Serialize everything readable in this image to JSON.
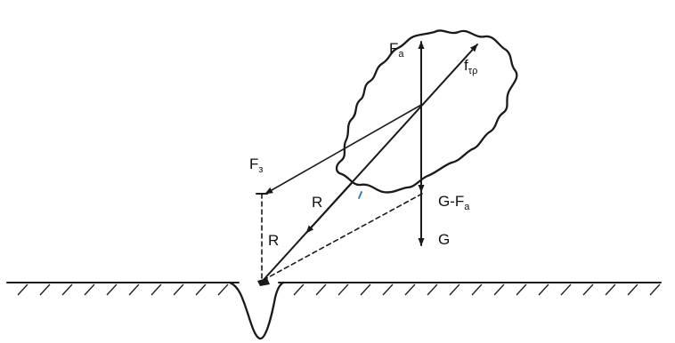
{
  "labels": {
    "buoyancy_main": "F",
    "buoyancy_sub": "a",
    "friction_main": "f",
    "friction_sub": "τρ",
    "force_z_main": "F",
    "force_z_sub": "з",
    "resultant_inner": "R",
    "resultant_outer": "R",
    "net_weight_main": "G-F",
    "net_weight_sub": "a",
    "gravity": "G"
  },
  "colors": {
    "ink": "#1a1a1a",
    "accent_tick": "#1f6fb5",
    "background": "#ffffff"
  }
}
